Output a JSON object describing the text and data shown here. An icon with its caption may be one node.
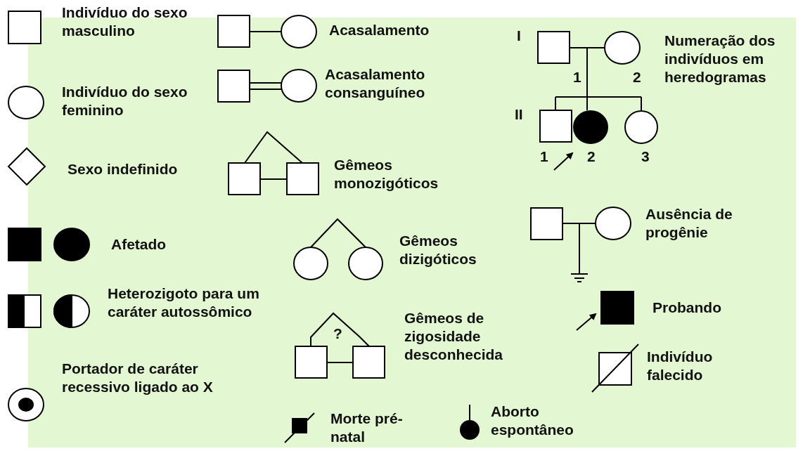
{
  "diagram": {
    "labels": [
      "Indivíduo do sexo masculino",
      "Acasalamento",
      "I",
      "Numeração dos indivíduos em heredogramas",
      "1",
      "2",
      "Acasalamento consanguíneo",
      "Indivíduo do sexo feminino",
      "II",
      "1",
      "2",
      "3",
      "Sexo indefinido",
      "Gêmeos monozigóticos",
      "Ausência de progênie",
      "Afetado",
      "Gêmeos dizigóticos",
      "Heterozigoto para um caráter autossômico",
      "Probando",
      "?",
      "Gêmeos de zigosidade desconhecida",
      "Indivíduo falecido",
      "Portador de caráter recessivo ligado ao X",
      "Morte pré-natal",
      "Aborto espontâneo"
    ]
  }
}
